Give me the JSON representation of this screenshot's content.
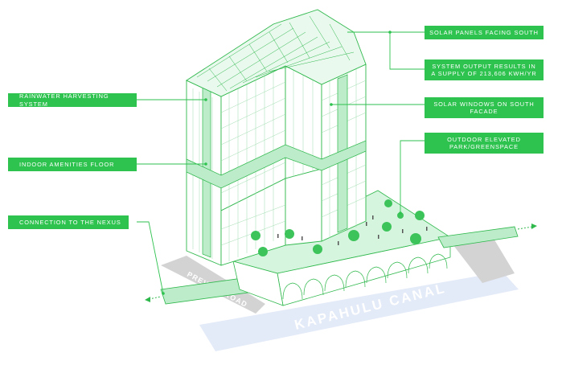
{
  "colors": {
    "accent": "#2ec24f",
    "building_line": "#2fb84c",
    "building_fill": "#ffffff",
    "building_band": "#bdeccb",
    "park": "#d6f5de",
    "road": "#d3d3d3",
    "canal": "#e3eaf8",
    "tree": "#3cc45a"
  },
  "callouts": {
    "solar_panels": "SOLAR PANELS FACING SOUTH",
    "system_output": "SYSTEM OUTPUT RESULTS IN A SUPPLY OF 213,606 KWH/YR",
    "rainwater": "RAINWATER HARVESTING SYSTEM",
    "solar_windows": "SOLAR WINDOWS ON SOUTH FACADE",
    "amenities": "INDOOR AMENITIES FLOOR",
    "park": "OUTDOOR ELEVATED PARK/GREENSPACE",
    "nexus": "CONNECTION TO THE NEXUS"
  },
  "labels": {
    "road": "PREV      ON ROAD",
    "canal": "KAPAHULU CANAL"
  }
}
